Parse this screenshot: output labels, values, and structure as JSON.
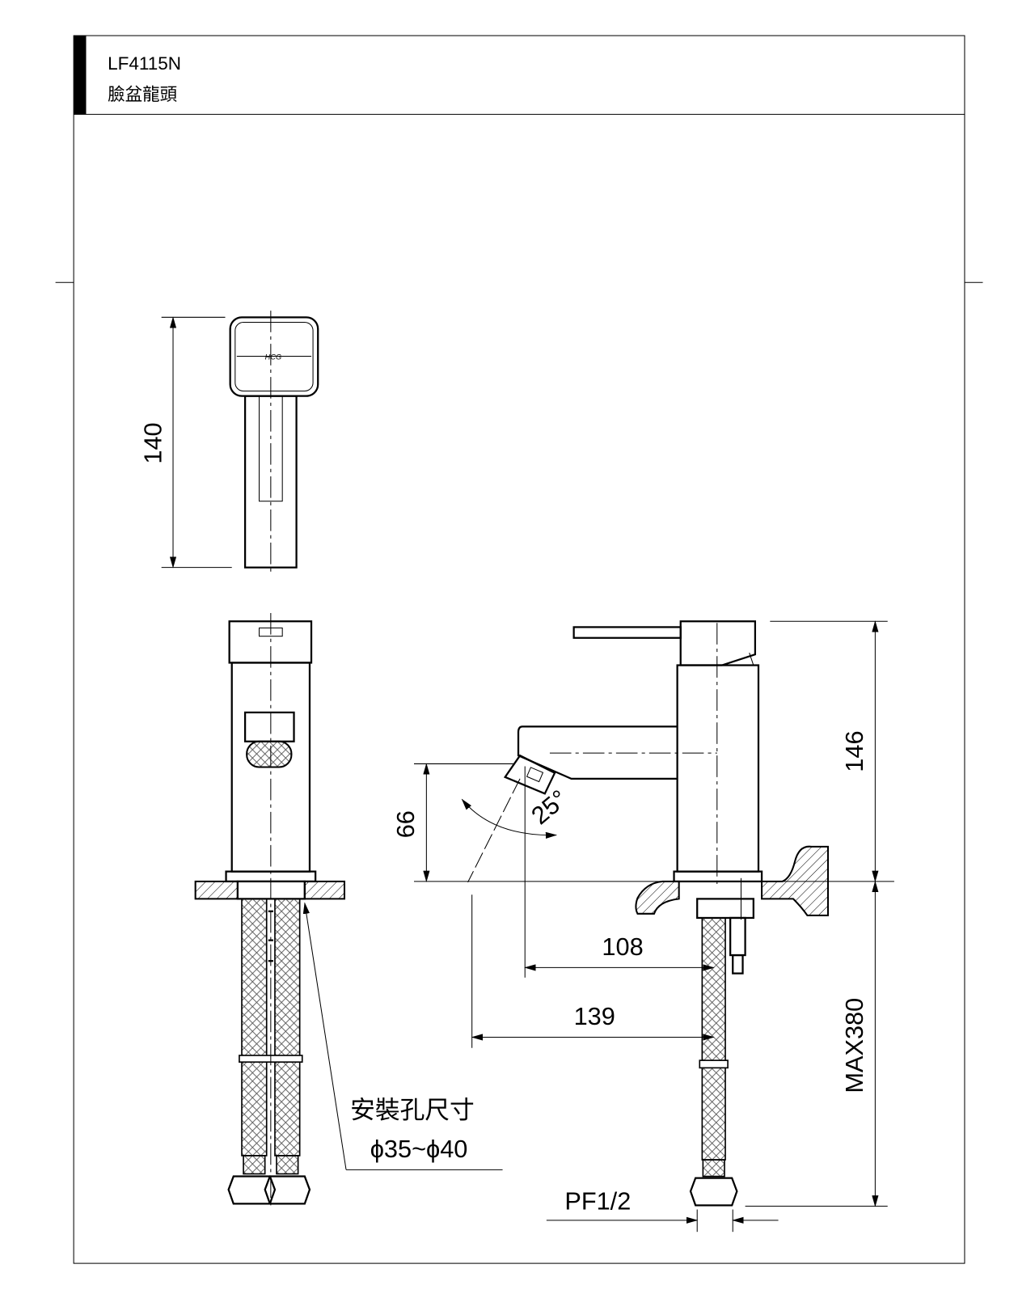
{
  "header": {
    "model": "LF4115N",
    "name": "臉盆龍頭"
  },
  "top_view": {
    "height_dim": "140",
    "logo": "HCG"
  },
  "front_view": {
    "hole_label": "安裝孔尺寸",
    "hole_size": "ϕ35~ϕ40"
  },
  "side_view": {
    "height_dim": "146",
    "spout_height_dim": "66",
    "angle_dim": "25°",
    "reach_dim": "108",
    "overall_reach_dim": "139",
    "hose_length_dim": "MAX380",
    "connection": "PF1/2"
  }
}
